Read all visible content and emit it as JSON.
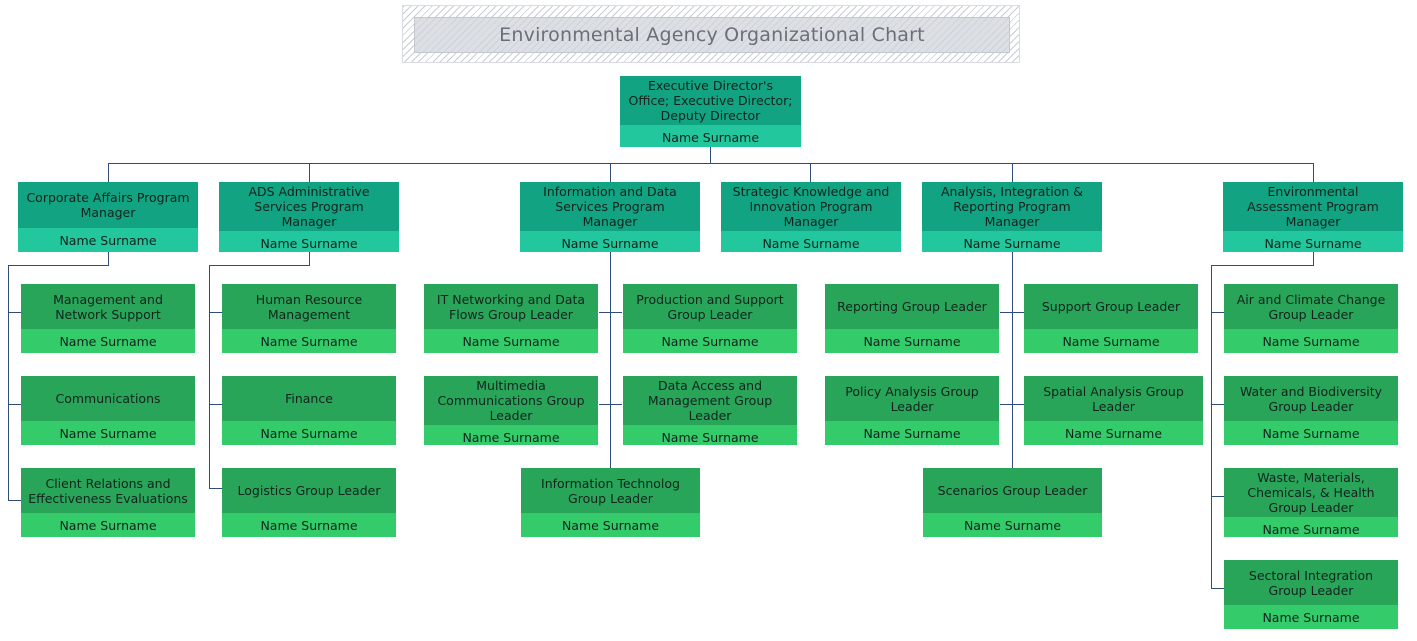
{
  "title": "Environmental Agency Organizational Chart",
  "default_name": "Name Surname",
  "colors": {
    "level1_header": "#12a383",
    "level1_footer": "#23c79d",
    "level2_header": "#29a55a",
    "level2_footer": "#34cc6b",
    "connector": "#2e4d7b",
    "title_text": "#6b7076",
    "node_text": "#10241c"
  },
  "chart_data": {
    "type": "diagram",
    "subtype": "org-chart",
    "root": {
      "title": "Executive Director's Office; Executive Director; Deputy Director",
      "name": "Name Surname"
    },
    "divisions": [
      {
        "title": "Corporate Affairs Program Manager",
        "name": "Name Surname",
        "children": [
          {
            "title": "Management and Network Support",
            "name": "Name Surname"
          },
          {
            "title": "Communications",
            "name": "Name Surname"
          },
          {
            "title": "Client Relations and Effectiveness Evaluations",
            "name": "Name Surname"
          }
        ]
      },
      {
        "title": "ADS Administrative Services Program Manager",
        "name": "Name Surname",
        "children": [
          {
            "title": "Human Resource Management",
            "name": "Name Surname"
          },
          {
            "title": "Finance",
            "name": "Name Surname"
          },
          {
            "title": "Logistics Group Leader",
            "name": "Name Surname"
          }
        ]
      },
      {
        "title": "Information and Data Services Program Manager",
        "name": "Name Surname",
        "children": [
          {
            "title": "IT Networking and Data Flows Group Leader",
            "name": "Name Surname"
          },
          {
            "title": "Production and Support Group Leader",
            "name": "Name Surname"
          },
          {
            "title": "Multimedia Communications Group Leader",
            "name": "Name Surname"
          },
          {
            "title": "Data Access and Management Group Leader",
            "name": "Name Surname"
          },
          {
            "title": "Information Technolog Group Leader",
            "name": "Name Surname"
          }
        ]
      },
      {
        "title": "Strategic Knowledge and Innovation Program Manager",
        "name": "Name Surname",
        "children": []
      },
      {
        "title": "Analysis, Integration & Reporting Program Manager",
        "name": "Name Surname",
        "children": [
          {
            "title": "Reporting Group Leader",
            "name": "Name Surname"
          },
          {
            "title": "Support Group Leader",
            "name": "Name Surname"
          },
          {
            "title": "Policy Analysis Group Leader",
            "name": "Name Surname"
          },
          {
            "title": "Spatial Analysis Group Leader",
            "name": "Name Surname"
          },
          {
            "title": "Scenarios Group Leader",
            "name": "Name Surname"
          }
        ]
      },
      {
        "title": "Environmental Assessment Program Manager",
        "name": "Name Surname",
        "children": [
          {
            "title": "Air and Climate Change Group Leader",
            "name": "Name Surname"
          },
          {
            "title": "Water and Biodiversity Group Leader",
            "name": "Name Surname"
          },
          {
            "title": "Waste, Materials, Chemicals, & Health Group Leader",
            "name": "Name Surname"
          },
          {
            "title": "Sectoral Integration Group Leader",
            "name": "Name Surname"
          }
        ]
      }
    ]
  },
  "nodes": {
    "root": {
      "title": "Executive Director's Office; Executive Director; Deputy Director",
      "name": "Name Surname"
    },
    "d1": {
      "title": "Corporate Affairs Program Manager",
      "name": "Name Surname"
    },
    "d2": {
      "title": "ADS Administrative Services Program Manager",
      "name": "Name Surname"
    },
    "d3": {
      "title": "Information and Data Services Program Manager",
      "name": "Name Surname"
    },
    "d4": {
      "title": "Strategic Knowledge and Innovation Program Manager",
      "name": "Name Surname"
    },
    "d5": {
      "title": "Analysis, Integration & Reporting Program Manager",
      "name": "Name Surname"
    },
    "d6": {
      "title": "Environmental Assessment Program Manager",
      "name": "Name Surname"
    },
    "c1a": {
      "title": "Management and Network Support",
      "name": "Name Surname"
    },
    "c1b": {
      "title": "Communications",
      "name": "Name Surname"
    },
    "c1c": {
      "title": "Client Relations and Effectiveness Evaluations",
      "name": "Name Surname"
    },
    "c2a": {
      "title": "Human Resource Management",
      "name": "Name Surname"
    },
    "c2b": {
      "title": "Finance",
      "name": "Name Surname"
    },
    "c2c": {
      "title": "Logistics Group Leader",
      "name": "Name Surname"
    },
    "c3a": {
      "title": "IT Networking and Data Flows Group Leader",
      "name": "Name Surname"
    },
    "c3b": {
      "title": "Production and Support Group Leader",
      "name": "Name Surname"
    },
    "c3c": {
      "title": "Multimedia Communications Group Leader",
      "name": "Name Surname"
    },
    "c3d": {
      "title": "Data Access and Management Group Leader",
      "name": "Name Surname"
    },
    "c3e": {
      "title": "Information Technolog Group Leader",
      "name": "Name Surname"
    },
    "c5a": {
      "title": "Reporting Group Leader",
      "name": "Name Surname"
    },
    "c5b": {
      "title": "Support Group Leader",
      "name": "Name Surname"
    },
    "c5c": {
      "title": "Policy Analysis Group Leader",
      "name": "Name Surname"
    },
    "c5d": {
      "title": "Spatial Analysis Group Leader",
      "name": "Name Surname"
    },
    "c5e": {
      "title": "Scenarios Group Leader",
      "name": "Name Surname"
    },
    "c6a": {
      "title": "Air and Climate Change Group Leader",
      "name": "Name Surname"
    },
    "c6b": {
      "title": "Water and Biodiversity Group Leader",
      "name": "Name Surname"
    },
    "c6c": {
      "title": "Waste, Materials, Chemicals, & Health Group Leader",
      "name": "Name Surname"
    },
    "c6d": {
      "title": "Sectoral Integration Group Leader",
      "name": "Name Surname"
    }
  }
}
